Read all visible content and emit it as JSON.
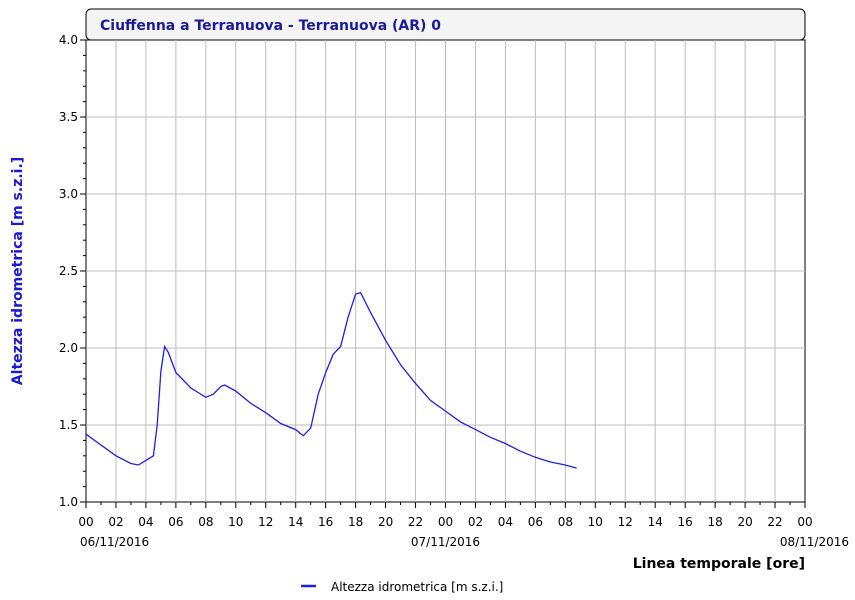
{
  "chart_data": {
    "type": "line",
    "title": "Ciuffenna a Terranuova - Terranuova (AR) 0",
    "ylabel": "Altezza idrometrica [m s.z.i.]",
    "xlabel": "Linea temporale [ore]",
    "ylim": [
      1.0,
      4.0
    ],
    "yticks": [
      "1.0",
      "1.5",
      "2.0",
      "2.5",
      "3.0",
      "3.5",
      "4.0"
    ],
    "xlim": [
      "06/11/2016 00:00",
      "08/11/2016 00:00"
    ],
    "xtick_labels": [
      "00",
      "02",
      "04",
      "06",
      "08",
      "10",
      "12",
      "14",
      "16",
      "18",
      "20",
      "22",
      "00",
      "02",
      "04",
      "06",
      "08",
      "10",
      "12",
      "14",
      "16",
      "18",
      "20",
      "22",
      "00"
    ],
    "date_labels": [
      "06/11/2016",
      "07/11/2016",
      "08/11/2016"
    ],
    "grid": true,
    "legend_position": "bottom-center",
    "series": [
      {
        "name": "Altezza idrometrica [m s.z.i.]",
        "color": "#1f1fe0",
        "x": [
          "06/11/2016 00:00",
          "06/11/2016 01:00",
          "06/11/2016 02:00",
          "06/11/2016 03:00",
          "06/11/2016 03:30",
          "06/11/2016 04:00",
          "06/11/2016 04:30",
          "06/11/2016 04:45",
          "06/11/2016 05:00",
          "06/11/2016 05:15",
          "06/11/2016 05:30",
          "06/11/2016 06:00",
          "06/11/2016 07:00",
          "06/11/2016 08:00",
          "06/11/2016 08:30",
          "06/11/2016 09:00",
          "06/11/2016 09:15",
          "06/11/2016 10:00",
          "06/11/2016 11:00",
          "06/11/2016 12:00",
          "06/11/2016 13:00",
          "06/11/2016 14:00",
          "06/11/2016 14:30",
          "06/11/2016 15:00",
          "06/11/2016 15:30",
          "06/11/2016 16:00",
          "06/11/2016 16:30",
          "06/11/2016 17:00",
          "06/11/2016 17:30",
          "06/11/2016 18:00",
          "06/11/2016 18:20",
          "06/11/2016 19:00",
          "06/11/2016 20:00",
          "06/11/2016 21:00",
          "06/11/2016 22:00",
          "06/11/2016 23:00",
          "07/11/2016 00:00",
          "07/11/2016 01:00",
          "07/11/2016 02:00",
          "07/11/2016 03:00",
          "07/11/2016 04:00",
          "07/11/2016 05:00",
          "07/11/2016 06:00",
          "07/11/2016 07:00",
          "07/11/2016 08:00",
          "07/11/2016 08:45"
        ],
        "values": [
          1.44,
          1.37,
          1.3,
          1.25,
          1.24,
          1.27,
          1.3,
          1.5,
          1.85,
          2.01,
          1.97,
          1.84,
          1.74,
          1.68,
          1.7,
          1.75,
          1.76,
          1.72,
          1.64,
          1.58,
          1.51,
          1.47,
          1.43,
          1.48,
          1.7,
          1.84,
          1.96,
          2.01,
          2.2,
          2.35,
          2.36,
          2.23,
          2.05,
          1.89,
          1.77,
          1.66,
          1.59,
          1.52,
          1.47,
          1.42,
          1.38,
          1.33,
          1.29,
          1.26,
          1.24,
          1.22
        ]
      }
    ]
  }
}
